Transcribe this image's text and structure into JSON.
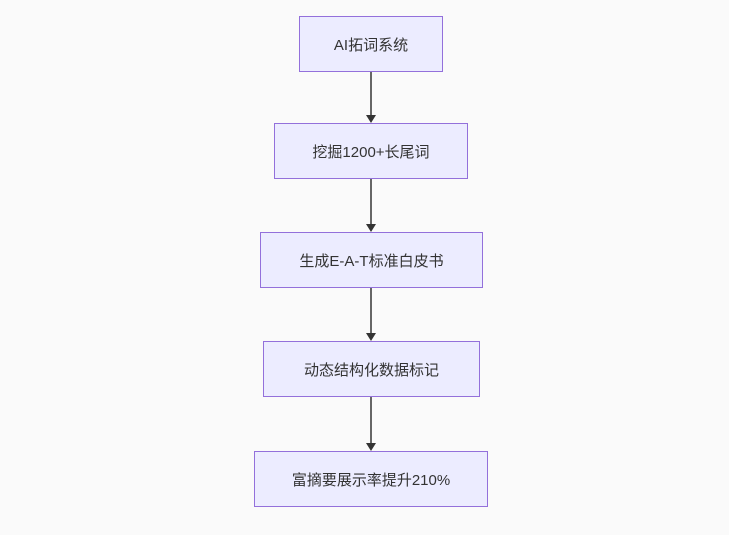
{
  "diagram": {
    "type": "flowchart",
    "direction": "top-down",
    "nodes": [
      {
        "label": "AI拓词系统"
      },
      {
        "label": "挖掘1200+长尾词"
      },
      {
        "label": "生成E-A-T标准白皮书"
      },
      {
        "label": "动态结构化数据标记"
      },
      {
        "label": "富摘要展示率提升210%"
      }
    ],
    "edges": [
      {
        "from": "AI拓词系统",
        "to": "挖掘1200+长尾词"
      },
      {
        "from": "挖掘1200+长尾词",
        "to": "生成E-A-T标准白皮书"
      },
      {
        "from": "生成E-A-T标准白皮书",
        "to": "动态结构化数据标记"
      },
      {
        "from": "动态结构化数据标记",
        "to": "富摘要展示率提升210%"
      }
    ],
    "colors": {
      "background": "#fafafa",
      "node_fill": "#ececff",
      "node_border": "#9370db",
      "node_text": "#333333",
      "edge_line": "#666666",
      "arrowhead": "#333333"
    }
  }
}
